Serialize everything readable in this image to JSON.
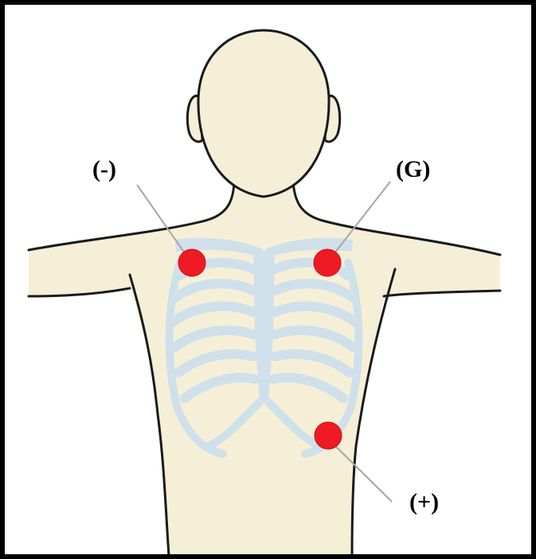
{
  "diagram": {
    "electrodes": [
      {
        "id": "negative",
        "label": "(-)"
      },
      {
        "id": "ground",
        "label": "(G)"
      },
      {
        "id": "positive",
        "label": "(+)"
      }
    ]
  },
  "colors": {
    "skin": "#f6efd8",
    "outline": "#1a1a1a",
    "bones": "#cfe0ea",
    "electrode": "#ee1b24",
    "electrode_edge": "#c81016",
    "leader": "#a6a6a6",
    "frame": "#000000"
  },
  "icons": [
    "negative-electrode-icon",
    "ground-electrode-icon",
    "positive-electrode-icon"
  ]
}
